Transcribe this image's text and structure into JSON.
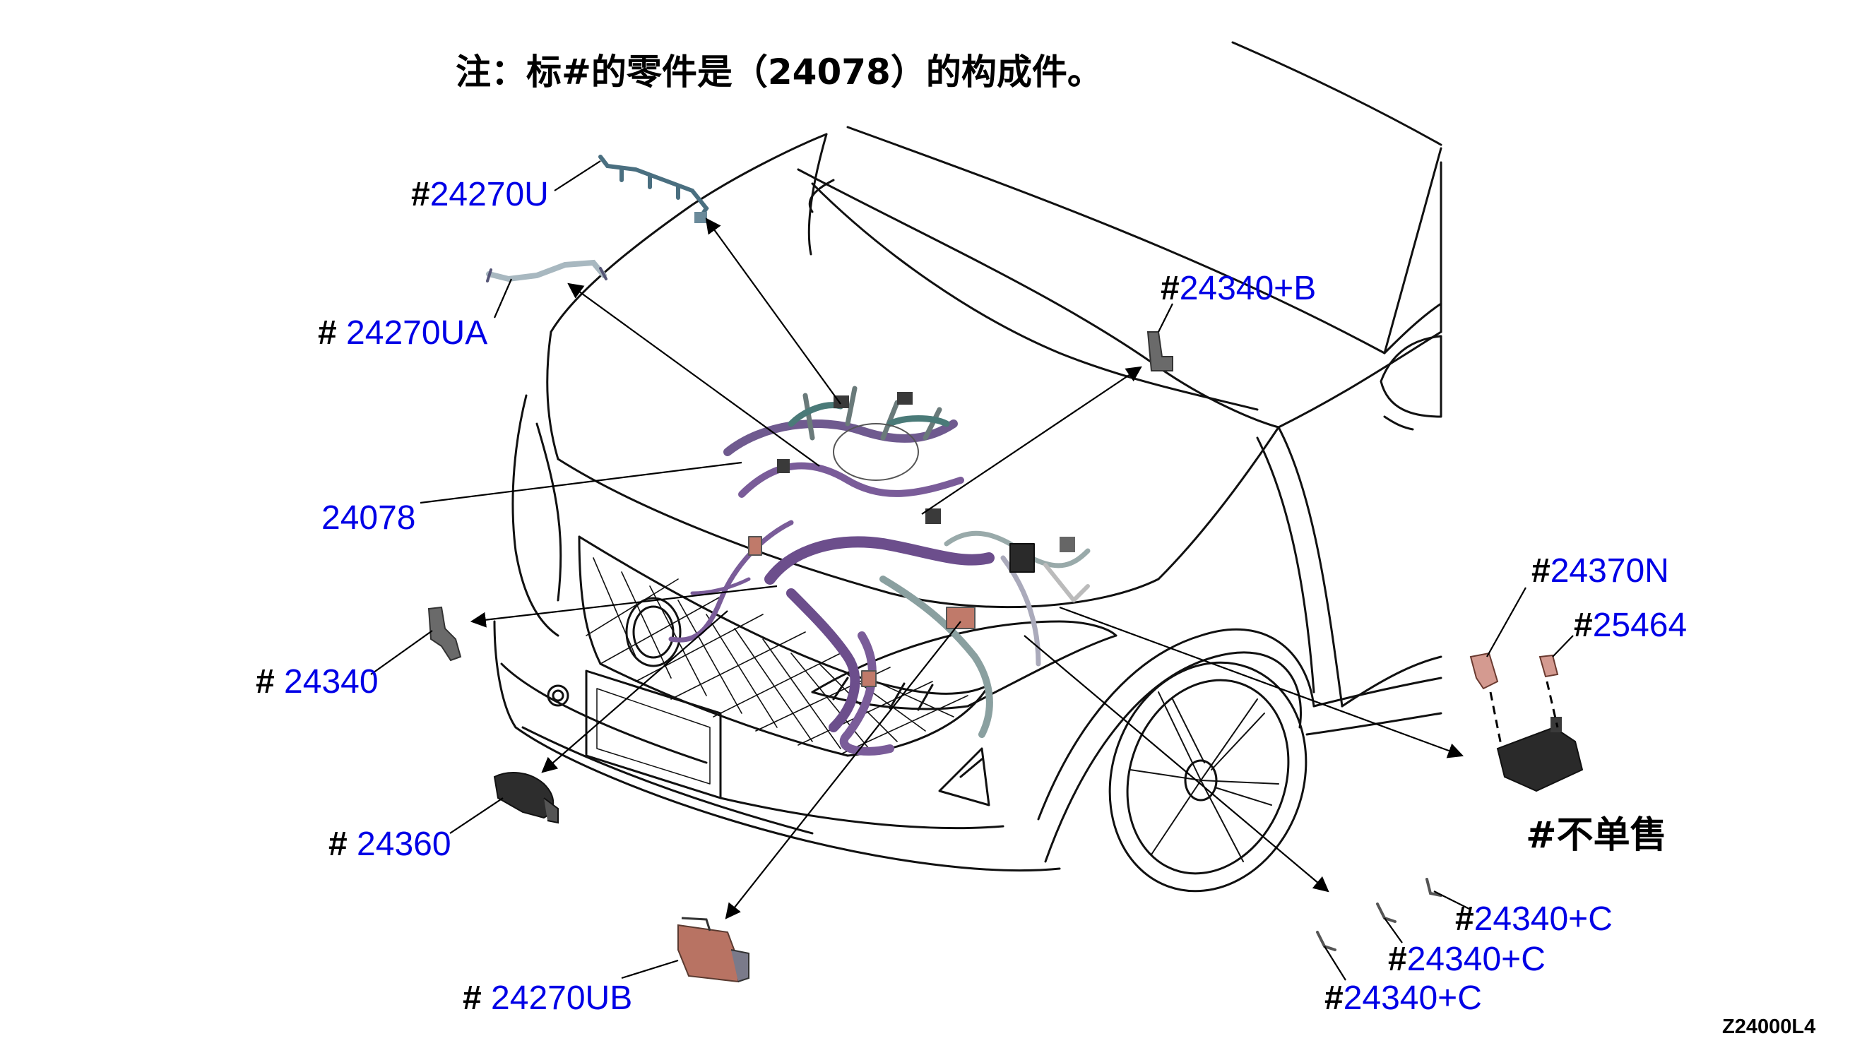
{
  "note": "注：标#的零件是（24078）的构成件。",
  "drawing_id": "Z24000L4",
  "not_sold_label": "#不单售",
  "hash_symbol": "#",
  "colors": {
    "part_code": "#0000e6",
    "hash": "#000000",
    "harness": "#7a5c99",
    "connector": "#b87363"
  },
  "parts": [
    {
      "code": "24270U",
      "hash": true
    },
    {
      "code": "24270UA",
      "hash": true
    },
    {
      "code": "24078",
      "hash": false
    },
    {
      "code": "24340+B",
      "hash": true
    },
    {
      "code": "24340",
      "hash": true
    },
    {
      "code": "24360",
      "hash": true
    },
    {
      "code": "24270UB",
      "hash": true
    },
    {
      "code": "24370N",
      "hash": true
    },
    {
      "code": "25464",
      "hash": true
    },
    {
      "code": "24340+C",
      "hash": true
    },
    {
      "code": "24340+C",
      "hash": true
    },
    {
      "code": "24340+C",
      "hash": true
    }
  ]
}
